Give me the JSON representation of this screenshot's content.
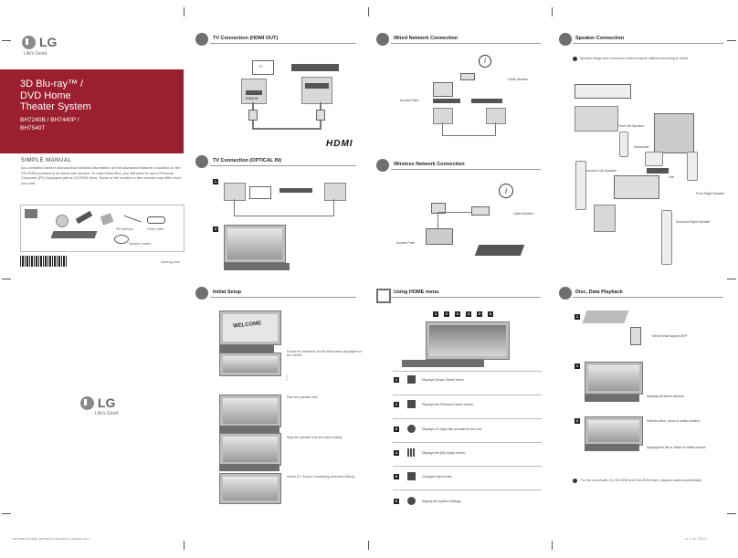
{
  "cover": {
    "brand": "LG",
    "tagline": "Life's Good",
    "title_line1": "3D Blu-ray™ /",
    "title_line2": "DVD Home",
    "title_line3": "Theater System",
    "models_line1": "BH7240B / BH7440P /",
    "models_line2": "BH7540T",
    "manual_type": "SIMPLE MANUAL",
    "manual_desc": "As a detailed Owner's Manual that contains information on the advanced features is located on the CD-ROM provided in an electronic version. To read these files, you will need to use a Personal Computer (PC) equipped with a CD-ROM drive. Some of the content in this manual may differ from your unit.",
    "accessory_label_1": "FM antenna",
    "accessory_label_2": "HDMI cable",
    "accessory_label_3": "Speaker cables",
    "website": "www.lg.com"
  },
  "sections": {
    "tv_hdmi": "TV Connection (HDMI OUT)",
    "tv_optical": "TV Connection (OPTICAL IN)",
    "initial_setup": "Initial Setup",
    "wired": "Wired Network Connection",
    "wireless": "Wireless Network Connection",
    "home_menu": "Using HOME menu",
    "speaker": "Speaker Connection",
    "disc": "Disc, Data Playback"
  },
  "hdmi": {
    "tv_label": "TV",
    "port_label": "HDMI IN",
    "logo": "HDMI"
  },
  "network": {
    "cable_modem": "Cable Modem",
    "access_point": "Access Point"
  },
  "setup": {
    "welcome": "WELCOME",
    "step1": "Follow the directions for the initial setup displayed on the screen.",
    "step2": "Start the speaker test.",
    "step3": "Stop the speaker test and select [Next].",
    "step4": "Select [TV Sound Connecting] and select [Next]."
  },
  "home": {
    "numbers": [
      "1",
      "2",
      "3",
      "4",
      "5",
      "6"
    ],
    "items": [
      {
        "num": "1",
        "text": "Displays [Smart Share] menu."
      },
      {
        "num": "2",
        "text": "Displays the Premium Home screen."
      },
      {
        "num": "3",
        "text": "Displays LG Apps title provided to the unit."
      },
      {
        "num": "4",
        "text": "Displays the [My Apps] screen."
      },
      {
        "num": "5",
        "text": "Changes input mode."
      },
      {
        "num": "6",
        "text": "Adjusts the system settings."
      }
    ]
  },
  "speaker": {
    "note": "Speaker design and connection method may be different according to model.",
    "front_left": "Front Left Speaker",
    "subwoofer": "Subwoofer",
    "unit": "Unit",
    "surround_left": "Surround Left Speaker",
    "front_right": "Front Right Speaker",
    "surround_right": "Surround Right Speaker"
  },
  "disc": {
    "step_nums": [
      "1",
      "2",
      "3"
    ],
    "mtp": "Device that support MTP",
    "all_devices": "Displays all linked devices.",
    "select_media": "Selects video, photo or audio content.",
    "file_folder": "Displays the file or folder on linked device.",
    "footnote": "For the most Audio CD, BD-ROM and DVD-ROM discs, playback starts automatically."
  },
  "footer": {
    "file_left": "BH7240B_BH7440P_BH7540T-FV.BSGAPLLK_SIMPLE.indd   1",
    "file_right": "14. 6. 25.   오후 2:0"
  },
  "colors": {
    "cover_band": "#9b1f2e",
    "icon_gray": "#6f6f6f"
  }
}
